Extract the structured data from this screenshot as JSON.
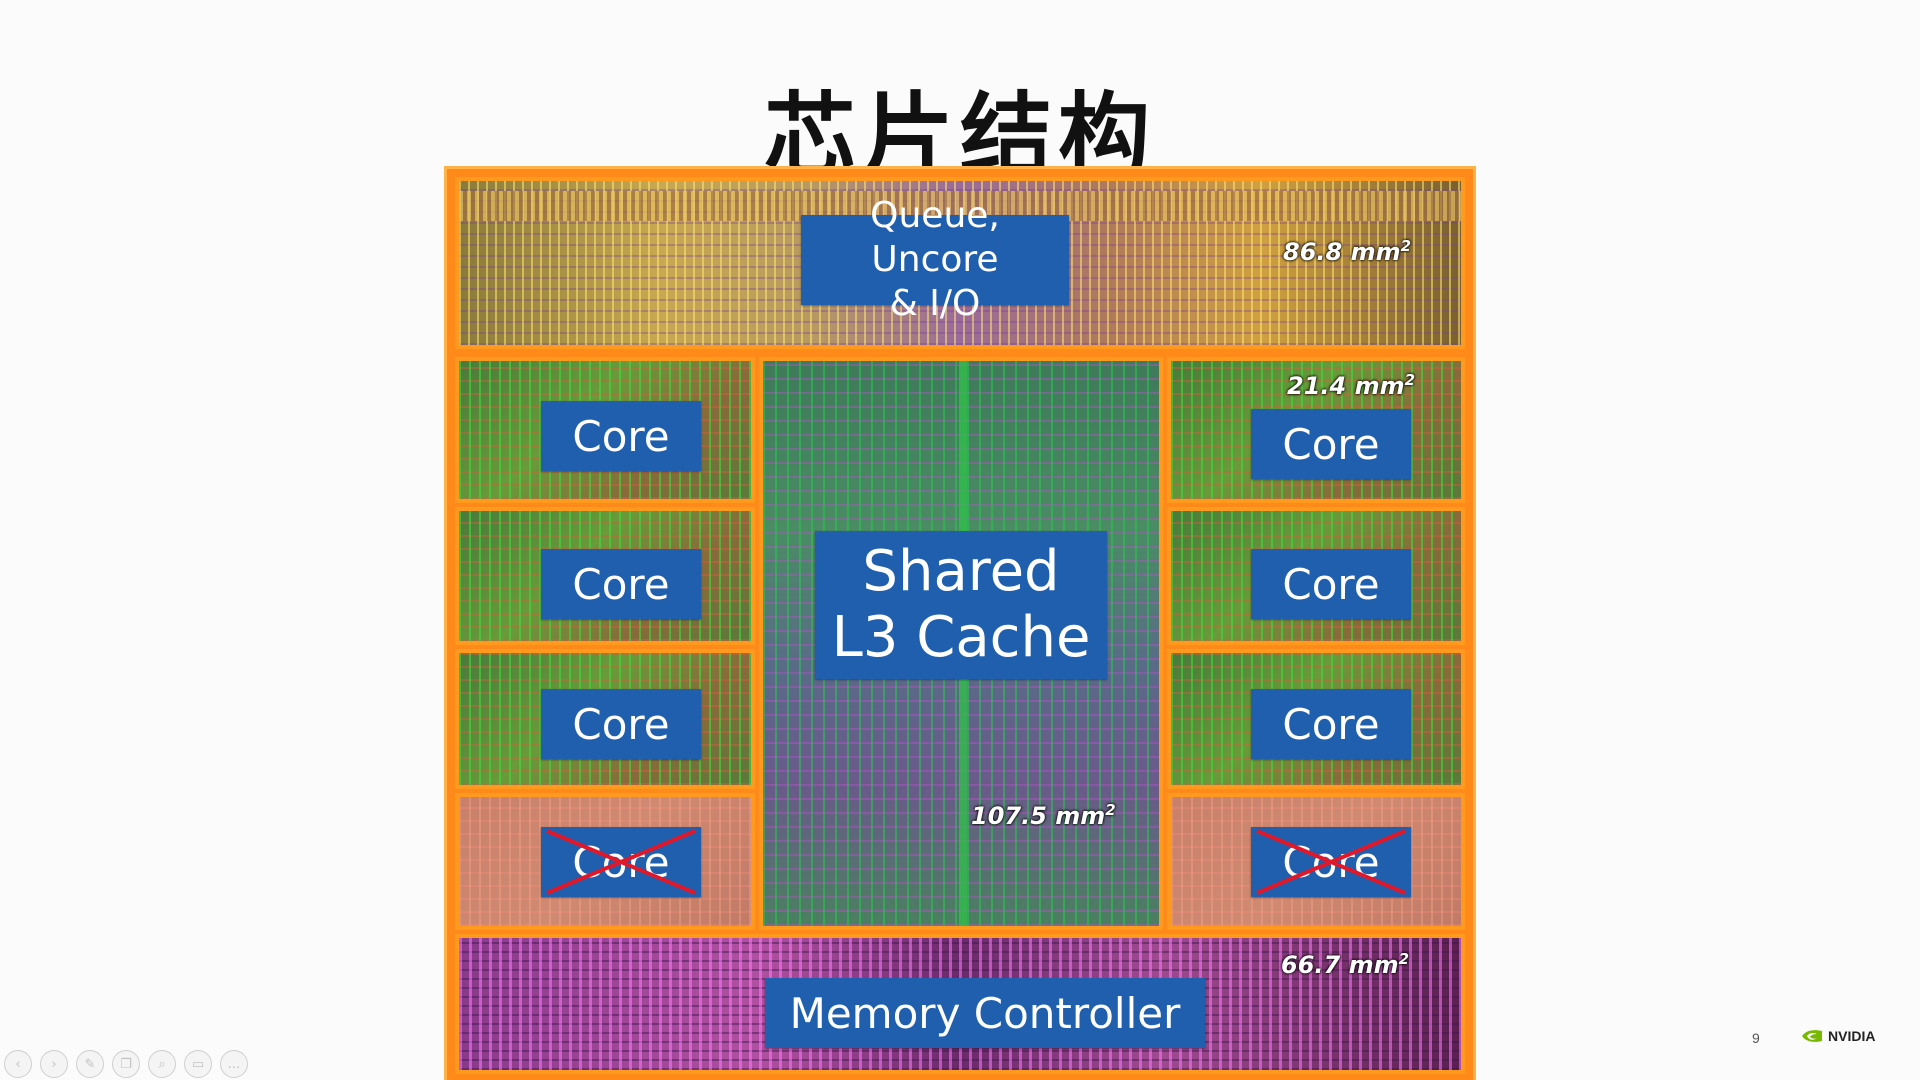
{
  "slide": {
    "title": "芯片结构",
    "page_number": "9",
    "logo_text": "NVIDIA"
  },
  "die": {
    "uncore": {
      "label_line1": "Queue, Uncore",
      "label_line2": "& I/O",
      "area": "86.8 mm",
      "area_exp": "2"
    },
    "cache": {
      "label_line1": "Shared",
      "label_line2": "L3 Cache",
      "area": "107.5 mm",
      "area_exp": "2"
    },
    "memory": {
      "label": "Memory Controller",
      "area": "66.7 mm",
      "area_exp": "2"
    },
    "core_area": {
      "area": "21.4 mm",
      "area_exp": "2"
    },
    "cores": [
      {
        "label": "Core",
        "side": "left",
        "row": 1,
        "disabled": false
      },
      {
        "label": "Core",
        "side": "left",
        "row": 2,
        "disabled": false
      },
      {
        "label": "Core",
        "side": "left",
        "row": 3,
        "disabled": false
      },
      {
        "label": "Core",
        "side": "left",
        "row": 4,
        "disabled": true
      },
      {
        "label": "Core",
        "side": "right",
        "row": 1,
        "disabled": false
      },
      {
        "label": "Core",
        "side": "right",
        "row": 2,
        "disabled": false
      },
      {
        "label": "Core",
        "side": "right",
        "row": 3,
        "disabled": false
      },
      {
        "label": "Core",
        "side": "right",
        "row": 4,
        "disabled": true
      }
    ]
  },
  "toolbar": {
    "icons": [
      "prev-icon",
      "next-icon",
      "pen-icon",
      "copy-icon",
      "zoom-icon",
      "screen-icon",
      "more-icon"
    ],
    "glyphs": [
      "‹",
      "›",
      "✎",
      "❐",
      "⌕",
      "▭",
      "…"
    ]
  },
  "colors": {
    "label_blue": "#1f5fae",
    "border_orange": "#ff9a1f",
    "cross_red": "#e0182a",
    "nvidia_green": "#76b900"
  }
}
